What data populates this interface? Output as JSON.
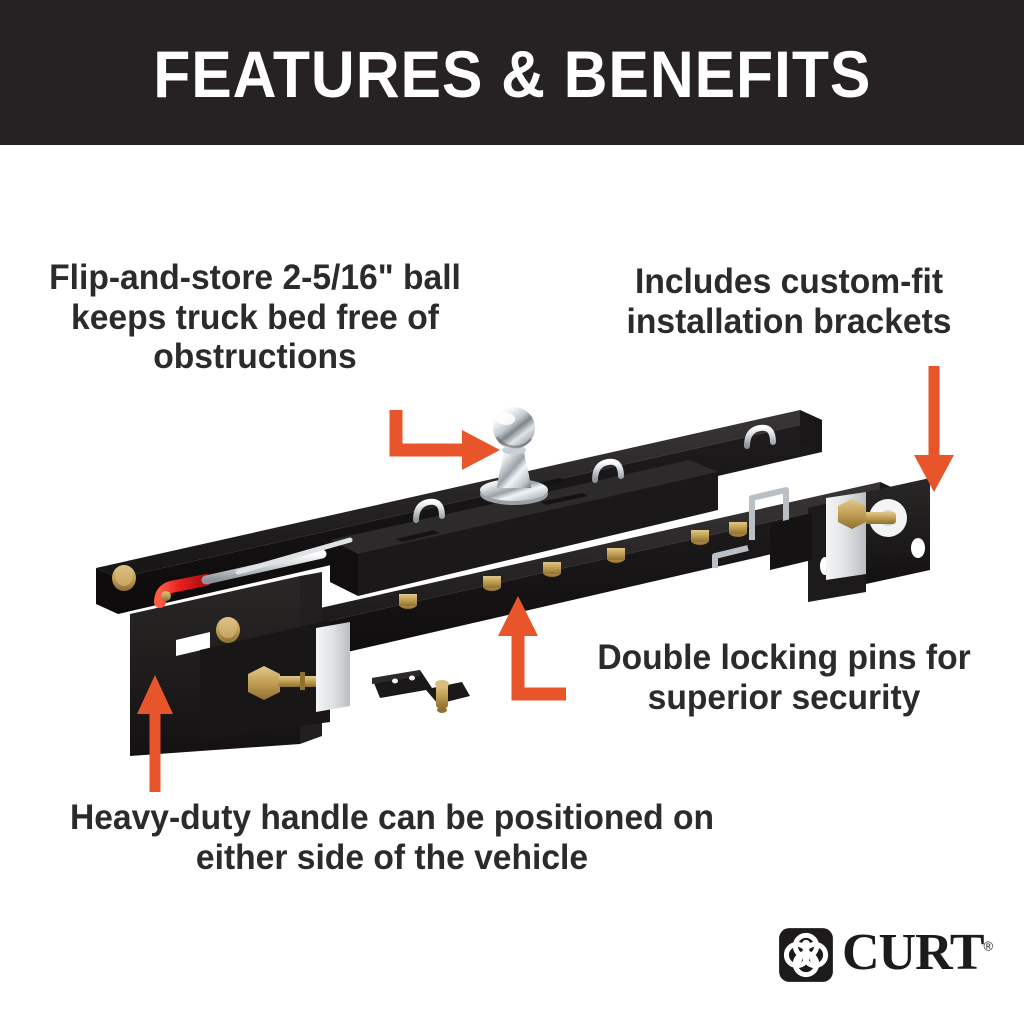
{
  "header": {
    "title": "FEATURES & BENEFITS",
    "background_color": "#262223",
    "text_color": "#ffffff"
  },
  "theme": {
    "accent_color": "#e8552a",
    "text_color": "#2b2b2b",
    "page_background": "#ffffff",
    "product_body_color": "#1c1a1a",
    "handle_color": "#e02020",
    "bolt_color": "#c09a4a",
    "chrome_color": "#d9dde0"
  },
  "callouts": [
    {
      "id": "ball",
      "text": "Flip-and-store 2-5/16\" ball keeps truck bed free of obstructions",
      "arrow": "elbow-down-right"
    },
    {
      "id": "brackets",
      "text": "Includes custom-fit installation brackets",
      "arrow": "straight-down"
    },
    {
      "id": "pins",
      "text": "Double locking pins for superior security",
      "arrow": "elbow-left-up"
    },
    {
      "id": "handle",
      "text": "Heavy-duty handle can be positioned on either side of the vehicle",
      "arrow": "straight-up"
    }
  ],
  "product": {
    "name": "Gooseneck hitch with flip-and-store ball",
    "parts": [
      "hitch rail",
      "chrome hitch ball",
      "red heavy-duty handle",
      "locking pins",
      "installation brackets",
      "mounting hardware"
    ]
  },
  "logo": {
    "wordmark": "CURT",
    "trademark": "®",
    "mark_name": "curt-clover-mark"
  }
}
